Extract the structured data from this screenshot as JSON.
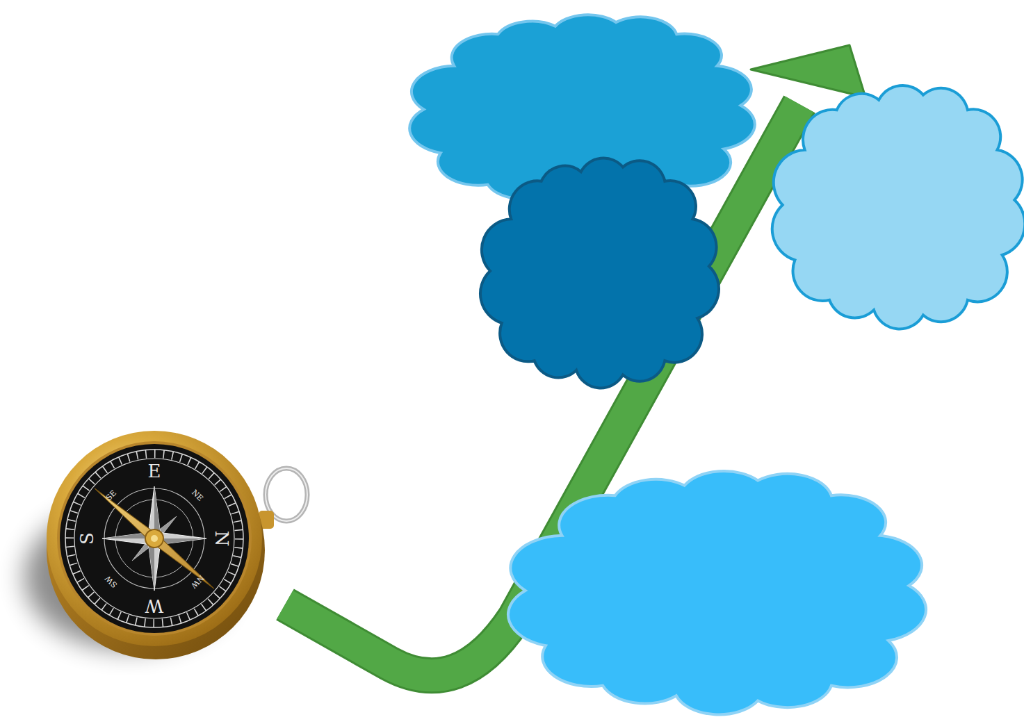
{
  "diagram": {
    "labels": [
      "N",
      "E",
      "S",
      "W",
      "NE",
      "SE",
      "SW",
      "NW"
    ]
  }
}
